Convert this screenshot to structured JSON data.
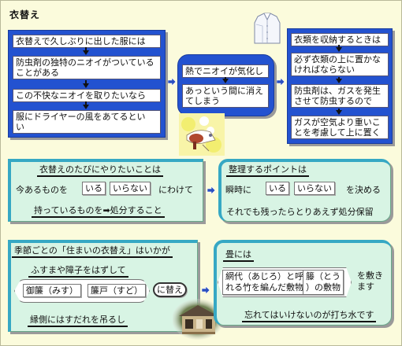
{
  "page_title": "衣替え",
  "panel_a": {
    "items": [
      "衣替えで久しぶりに出した服には",
      "防虫剤の独特のニオイがついている",
      "ことがある",
      "この不快なニオイを取りたいなら",
      "服にドライヤーの風をあてるとい",
      "い"
    ]
  },
  "panel_b": {
    "items": [
      "熱でニオイが気化し",
      "あっという間に消え",
      "てしまう"
    ]
  },
  "panel_c": {
    "items": [
      "衣類を収納するときは",
      "必ず衣類の上に置かな",
      "ければならない",
      "防虫剤は、ガスを発生",
      "させて防虫するので",
      "ガスが空気より重いこ",
      "とを考慮して上に置く"
    ]
  },
  "panel_d": {
    "heading": "衣替えのたびにやりたいことは",
    "line1_pre": "今あるものを",
    "tag_keep": "いる",
    "tag_discard": "いらない",
    "line1_post": "にわけて",
    "line2": "持っているものを",
    "line2_arrow": "➡",
    "line2_post": "処分すること"
  },
  "panel_e": {
    "heading": "整理するポイントは",
    "line1_pre": "瞬時に",
    "tag_keep": "いる",
    "tag_discard": "いらない",
    "line1_post": "を決める",
    "line2": "それでも残ったらとりあえず処分保留"
  },
  "panel_f": {
    "heading": "季節ごとの「住まいの衣替え」はいかが",
    "line1": "ふすまや障子をはずして",
    "tag_misu": "御簾（みす）",
    "tag_sudo": "簾戸（すど）",
    "replace": "に替え",
    "line3": "縁側にはすだれを吊るし"
  },
  "panel_g": {
    "heading": "畳には",
    "tag_ajiro_1": "網代（あじろ）と呼ば",
    "tag_ajiro_2": "れる竹を編んだ敷物",
    "tag_to_1": "籐（とう",
    "tag_to_2": "）の敷物",
    "spread_1": "を敷き",
    "spread_2": "ます",
    "line3": "忘れてはいけないのが打ち水です"
  },
  "colors": {
    "blue_panel": "#2352d0",
    "green_panel": "#d8f4e4",
    "background": "#fbfbdc",
    "arrow_blue": "#2a4fc0"
  },
  "icons": [
    "shirt-illustration",
    "dryer-illustration",
    "house-photo",
    "right-arrow-icon",
    "down-arrow-icon"
  ]
}
